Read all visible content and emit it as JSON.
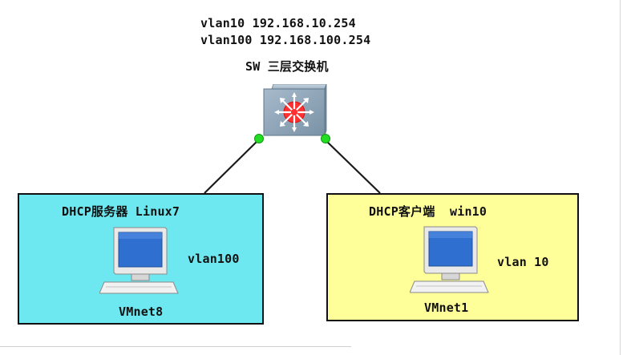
{
  "switch": {
    "vlan10_line": "vlan10 192.168.10.254",
    "vlan100_line": "vlan100 192.168.100.254",
    "name": "SW 三层交换机",
    "icon": "layer3-switch-icon"
  },
  "server": {
    "title": "DHCP服务器 Linux7",
    "vlan": "vlan100",
    "network": "VMnet8",
    "box_color": "#6ee8f0",
    "icon": "computer-icon"
  },
  "client": {
    "title": "DHCP客户端  win10",
    "vlan": "vlan 10",
    "network": "VMnet1",
    "box_color": "#ffff99",
    "icon": "computer-icon"
  },
  "colors": {
    "link": "#1a1a1a",
    "port_led": "#22dd22",
    "switch_body": "#8fa6b8",
    "switch_star": "#ff2b2b"
  }
}
